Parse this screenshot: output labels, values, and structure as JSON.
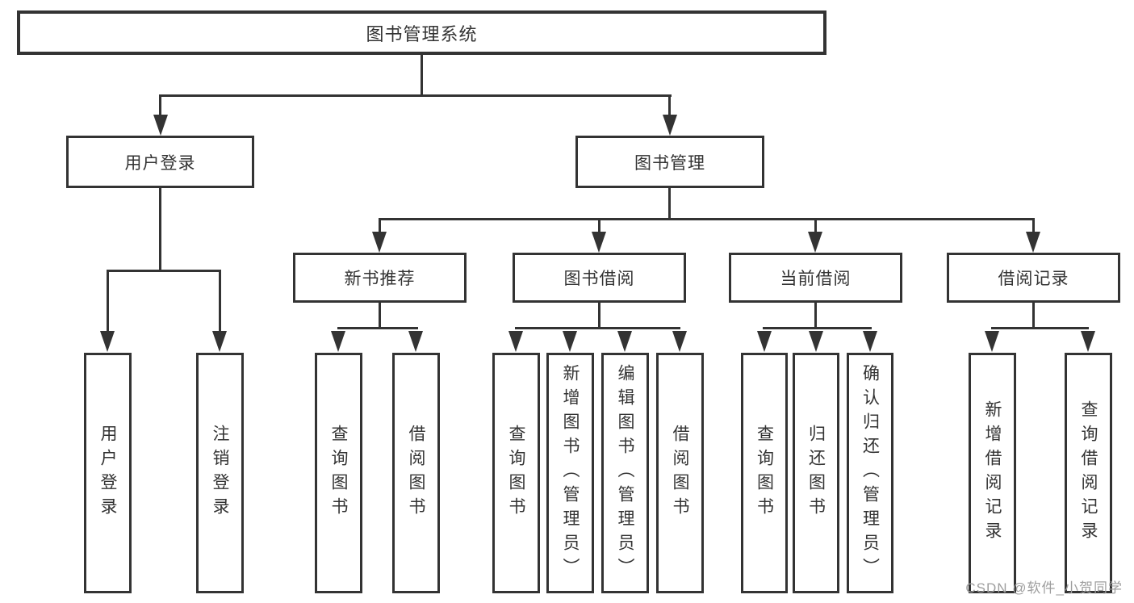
{
  "diagram": {
    "root": {
      "label": "图书管理系统"
    },
    "branches": [
      {
        "label": "用户登录",
        "children": [
          {
            "label": "用户登录"
          },
          {
            "label": "注销登录"
          }
        ]
      },
      {
        "label": "图书管理",
        "children": [
          {
            "label": "新书推荐",
            "children": [
              {
                "label": "查询图书"
              },
              {
                "label": "借阅图书"
              }
            ]
          },
          {
            "label": "图书借阅",
            "children": [
              {
                "label": "查询图书"
              },
              {
                "label": "新增图书（管理员）"
              },
              {
                "label": "编辑图书（管理员）"
              },
              {
                "label": "借阅图书"
              }
            ]
          },
          {
            "label": "当前借阅",
            "children": [
              {
                "label": "查询图书"
              },
              {
                "label": "归还图书"
              },
              {
                "label": "确认归还（管理员）"
              }
            ]
          },
          {
            "label": "借阅记录",
            "children": [
              {
                "label": "新增借阅记录"
              },
              {
                "label": "查询借阅记录"
              }
            ]
          }
        ]
      }
    ]
  },
  "watermark": "CSDN @软件_小贺同学",
  "colors": {
    "line": "#333333",
    "text": "#333333",
    "watermark": "#9e9e9e",
    "background": "#ffffff"
  }
}
